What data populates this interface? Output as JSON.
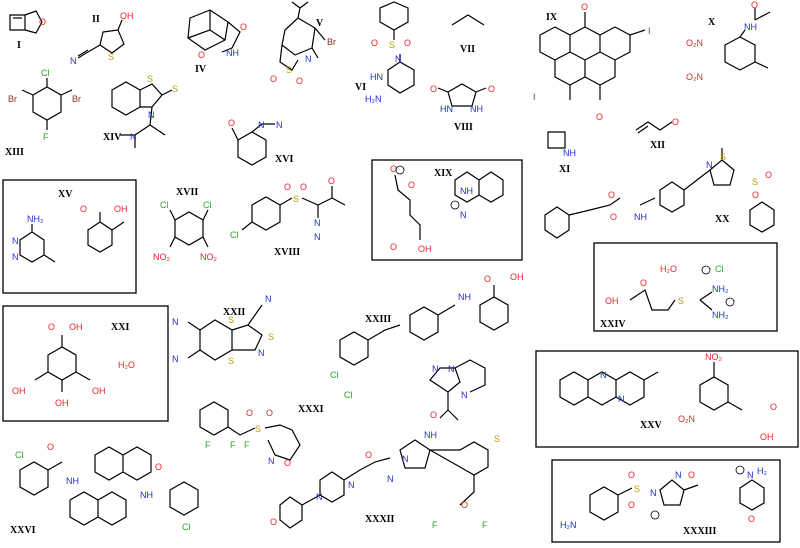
{
  "colors": {
    "oxygen": "#e8262a",
    "nitrogen": "#1f2fd0",
    "sulfur": "#b8a000",
    "chlorine": "#2aa52a",
    "fluorine": "#2aa52a",
    "iodine": "#8a2a8a",
    "bromine": "#8a2a2a",
    "carbon": "#000000"
  },
  "compounds": [
    {
      "id": "I",
      "label": "I"
    },
    {
      "id": "II",
      "label": "II"
    },
    {
      "id": "IV",
      "label": "IV"
    },
    {
      "id": "V",
      "label": "V"
    },
    {
      "id": "VI",
      "label": "VI"
    },
    {
      "id": "VII",
      "label": "VII"
    },
    {
      "id": "VIII",
      "label": "VIII"
    },
    {
      "id": "IX",
      "label": "IX"
    },
    {
      "id": "X",
      "label": "X"
    },
    {
      "id": "XI",
      "label": "XI"
    },
    {
      "id": "XII",
      "label": "XII"
    },
    {
      "id": "XIII",
      "label": "XIII"
    },
    {
      "id": "XIV",
      "label": "XIV"
    },
    {
      "id": "XV",
      "label": "XV"
    },
    {
      "id": "XVI",
      "label": "XVI"
    },
    {
      "id": "XVII",
      "label": "XVII"
    },
    {
      "id": "XVIII",
      "label": "XVIII"
    },
    {
      "id": "XIX",
      "label": "XIX"
    },
    {
      "id": "XX",
      "label": "XX"
    },
    {
      "id": "XXI",
      "label": "XXI"
    },
    {
      "id": "XXII",
      "label": "XXII"
    },
    {
      "id": "XXIII",
      "label": "XXIII"
    },
    {
      "id": "XXIV",
      "label": "XXIV"
    },
    {
      "id": "XXV",
      "label": "XXV"
    },
    {
      "id": "XXVI",
      "label": "XXVI"
    },
    {
      "id": "XXXI",
      "label": "XXXI"
    },
    {
      "id": "XXXII",
      "label": "XXXII"
    },
    {
      "id": "XXXIII",
      "label": "XXXIII"
    }
  ],
  "atoms": {
    "ii_oh": "OH",
    "ii_n": "N",
    "ii_s": "S",
    "iv_o1": "O",
    "iv_o2": "O",
    "iv_nh": "NH",
    "v_br": "Br",
    "v_n": "N",
    "v_s": "S",
    "v_o1": "O",
    "v_o2": "O",
    "vi_s": "S",
    "vi_o1": "O",
    "vi_o2": "O",
    "vi_n": "N",
    "vi_hn": "HN",
    "vi_h2n": "H₂N",
    "viii_o1": "O",
    "viii_o2": "O",
    "viii_hn": "HN",
    "viii_nh": "NH",
    "ix_o1": "O",
    "ix_o2": "O",
    "ix_i1": "I",
    "ix_i2": "I",
    "x_o2n1": "O₂N",
    "x_o2n2": "O₂N",
    "x_nh": "NH",
    "x_o": "O",
    "xi_nh": "NH",
    "xii_o": "O",
    "xiii_cl": "Cl",
    "xiii_br1": "Br",
    "xiii_br2": "Br",
    "xiii_f": "F",
    "xiv_s1": "S",
    "xiv_s2": "S",
    "xiv_n1": "N",
    "xiv_n2": "N",
    "xv_nh2": "NH₂",
    "xv_n1": "N",
    "xv_n2": "N",
    "xv_oh": "OH",
    "xv_o": "O",
    "xvi_o": "O",
    "xvi_n1": "N",
    "xvi_n2": "N",
    "xvii_cl1": "Cl",
    "xvii_cl2": "Cl",
    "xvii_no2a": "NO₂",
    "xvii_no2b": "NO₂",
    "xviii_cl": "Cl",
    "xviii_s": "S",
    "xviii_o1": "O",
    "xviii_o2": "O",
    "xviii_o3": "O",
    "xviii_n1": "N",
    "xviii_n2": "N",
    "xix_o1": "O",
    "xix_o2": "O",
    "xix_o3": "O",
    "xix_oh": "OH",
    "xix_nh": "NH",
    "xix_n": "N",
    "xx_s1": "S",
    "xx_n": "N",
    "xx_s2": "S",
    "xx_o1": "O",
    "xx_o2": "O",
    "xx_o3": "O",
    "xx_o4": "O",
    "xx_nh": "NH",
    "xxi_oh1": "OH",
    "xxi_o": "O",
    "xxi_oh2": "OH",
    "xxi_oh3": "OH",
    "xxi_oh4": "OH",
    "xxi_h2o": "H₂O",
    "xxii_n1": "N",
    "xxii_n2": "N",
    "xxii_n3": "N",
    "xxii_n4": "N",
    "xxii_s1": "S",
    "xxii_s2": "S",
    "xxii_s3": "S",
    "xxiii_oh": "OH",
    "xxiii_o": "O",
    "xxiii_nh": "NH",
    "xxiii_cl1": "Cl",
    "xxiii_cl2": "Cl",
    "xxiv_h2o": "H₂O",
    "xxiv_cl": "Cl",
    "xxiv_oh": "OH",
    "xxiv_o": "O",
    "xxiv_s": "S",
    "xxiv_nh2a": "NH₂",
    "xxiv_nh2b": "NH₂",
    "xxv_n1": "N",
    "xxv_n2": "N",
    "xxv_no2a": "NO₂",
    "xxv_o2n": "O₂N",
    "xxv_oh": "OH",
    "xxv_o": "O",
    "xxvi_cl1": "Cl",
    "xxvi_cl2": "Cl",
    "xxvi_o1": "O",
    "xxvi_o2": "O",
    "xxvi_nh1": "NH",
    "xxvi_nh2": "NH",
    "xxxi_f1": "F",
    "xxxi_f2": "F",
    "xxxi_f3": "F",
    "xxxi_s": "S",
    "xxxi_o1": "O",
    "xxxi_o2": "O",
    "xxxi_n": "N",
    "xxxi_o3": "O",
    "xxxii_n1": "N",
    "xxxii_n2": "N",
    "xxxii_n3": "N",
    "xxxii_n4": "N",
    "xxxii_o1": "O",
    "xxxii_nh": "NH",
    "xxxii_s": "S",
    "xxxii_n5": "N",
    "xxxii_n6": "N",
    "xxxii_o2": "O",
    "xxxii_o3": "O",
    "xxxii_n7": "N",
    "xxxii_o4": "O",
    "xxxii_f1": "F",
    "xxxii_f2": "F",
    "xxxiii_h2n": "H₂N",
    "xxxiii_s": "S",
    "xxxiii_o1": "O",
    "xxxiii_o2": "O",
    "xxxiii_n1": "N",
    "xxxiii_n2": "N",
    "xxxiii_o3": "O",
    "xxxiii_h2": "H₂",
    "xxxiii_n3": "N",
    "xxxiii_o4": "O"
  }
}
